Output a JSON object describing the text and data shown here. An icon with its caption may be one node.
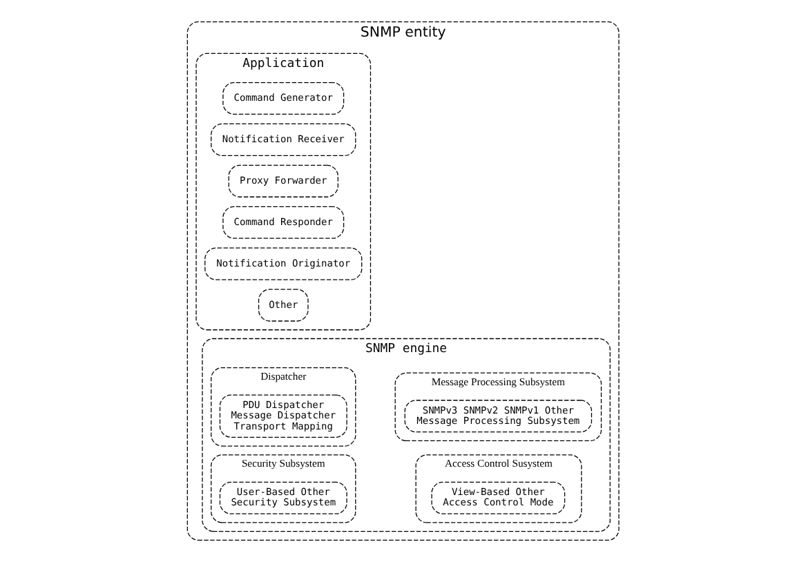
{
  "diagram": {
    "nodes": [
      {
        "text": [
          "SNMP entity"
        ]
      },
      {
        "text": [
          "Application"
        ],
        "in": 0
      },
      {
        "text": [
          "Command Generator"
        ],
        "in": 1
      },
      {
        "text": [
          "Notification Receiver"
        ],
        "in": 1
      },
      {
        "text": [
          "Proxy Forwarder"
        ],
        "in": 1
      },
      {
        "text": [
          "Command Responder"
        ],
        "in": 1
      },
      {
        "text": [
          "Notification Originator"
        ],
        "in": 1
      },
      {
        "text": [
          "Other"
        ],
        "in": 1
      },
      {
        "text": [
          "SNMP engine"
        ],
        "in": 0
      },
      {
        "text": [
          "Dispatcher"
        ],
        "in": 8
      },
      {
        "text": [
          "PDU Dispatcher",
          "Message Dispatcher",
          "Transport Mapping"
        ],
        "in": 9
      },
      {
        "text": [
          "Message Processing Subsystem"
        ],
        "in": 8
      },
      {
        "text": [
          "SNMPv3 SNMPv2 SNMPv1 Other",
          "Message Processing Subsystem"
        ],
        "in": 11
      },
      {
        "text": [
          "Security Subsystem"
        ],
        "in": 8
      },
      {
        "text": [
          "User-Based Other",
          "Security Subsystem"
        ],
        "in": 13
      },
      {
        "text": [
          "Access Control Susystem"
        ],
        "in": 8
      },
      {
        "text": [
          "View-Based Other",
          "Access Control Mode"
        ],
        "in": 15
      }
    ],
    "edges": []
  }
}
